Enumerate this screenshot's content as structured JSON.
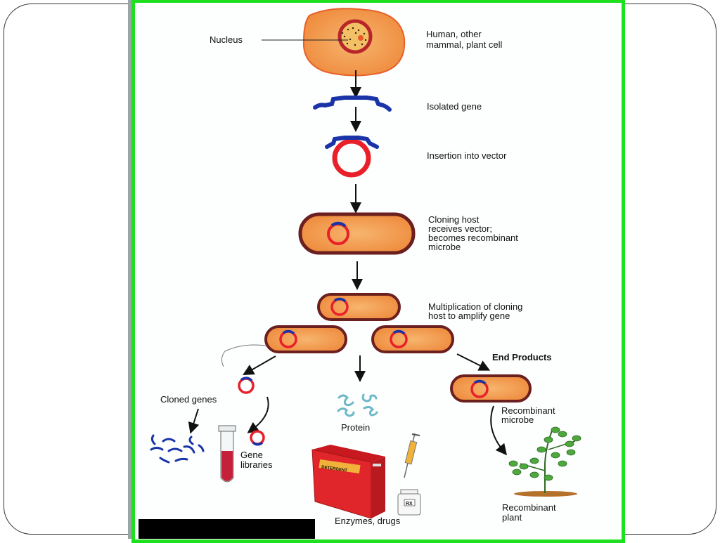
{
  "slide": {
    "frame_color": "#333333",
    "border_color": "#1fe01f"
  },
  "figure": {
    "title": "Genetic engineering flow",
    "labels": {
      "nucleus": "Nucleus",
      "source_cell": "Human, other mammal, plant cell",
      "source_cell_line1": "Human, other",
      "source_cell_line2": "mammal, plant cell",
      "isolated_gene": "Isolated gene",
      "insertion": "Insertion into vector",
      "cloning_host_line1": "Cloning host",
      "cloning_host_line2": "receives vector;",
      "cloning_host_line3": "becomes recombinant",
      "cloning_host_line4": "microbe",
      "multiplication_line1": "Multiplication of cloning",
      "multiplication_line2": "host to amplify gene",
      "end_products": "End Products",
      "cloned_genes": "Cloned genes",
      "gene_libraries_line1": "Gene",
      "gene_libraries_line2": "libraries",
      "protein": "Protein",
      "enzymes_drugs": "Enzymes, drugs",
      "detergent": "DETERGENT",
      "rx": "RX",
      "recombinant_microbe_line1": "Recombinant",
      "recombinant_microbe_line2": "microbe",
      "recombinant_plant_line1": "Recombinant",
      "recombinant_plant_line2": "plant"
    },
    "colors": {
      "cell_fill": "#f29a4a",
      "cell_border": "#6b1f1f",
      "vector": "#e8202a",
      "gene": "#1a34a8",
      "protein": "#6fb8c8",
      "box": "#e0262a",
      "plant": "#3f9a3a"
    }
  }
}
